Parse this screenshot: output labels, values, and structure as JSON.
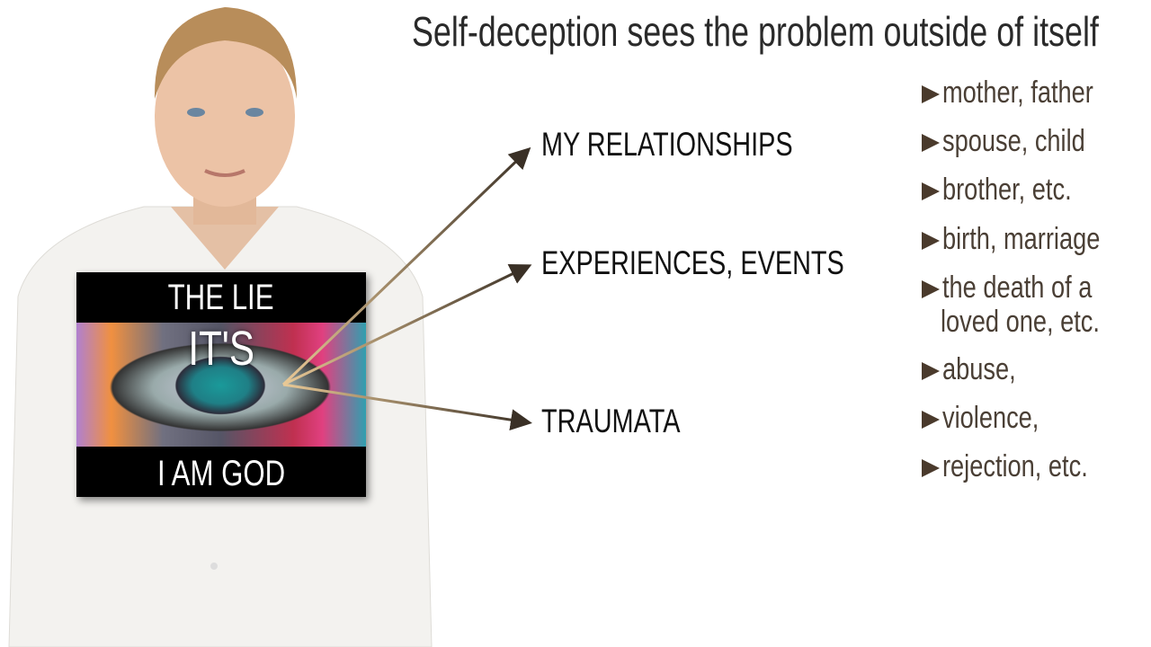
{
  "slide": {
    "title": "Self-deception sees the problem outside of itself",
    "card": {
      "top": "THE LIE",
      "middle": "IT'S",
      "bottom": "I AM GOD"
    },
    "headings": [
      "MY RELATIONSHIPS",
      "EXPERIENCES, EVENTS",
      "TRAUMATA"
    ],
    "bullets": [
      "mother, father",
      "spouse, child",
      "brother, etc.",
      "birth, marriage",
      "the death of a",
      "loved one, etc.",
      "abuse,",
      "violence,",
      "rejection, etc."
    ],
    "colors": {
      "bullet_text": "#4a3f35",
      "arrow_light": "#e9c996",
      "arrow_dark": "#3a3026"
    }
  }
}
